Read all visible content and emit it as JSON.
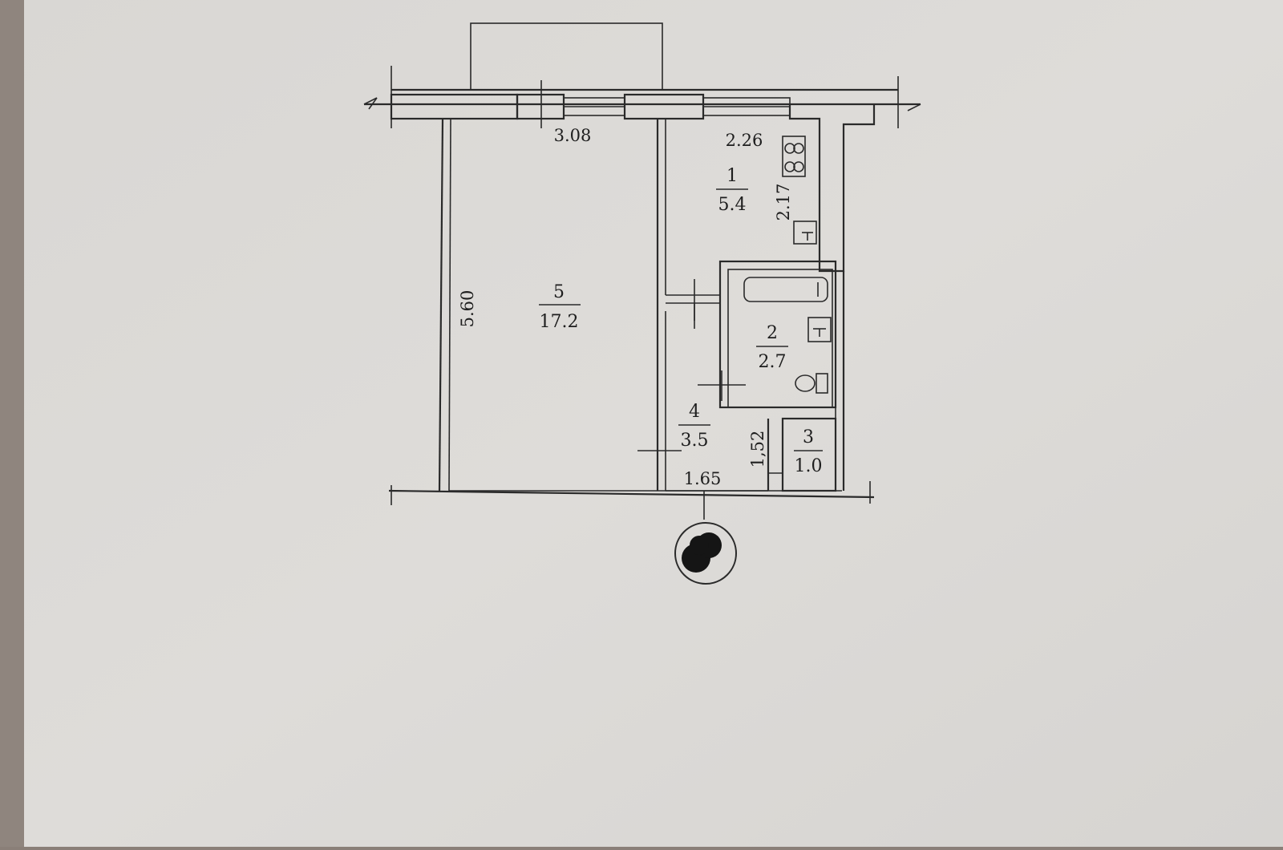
{
  "rooms": [
    {
      "number": "1",
      "area": "5.4"
    },
    {
      "number": "2",
      "area": "2.7"
    },
    {
      "number": "3",
      "area": "1.0"
    },
    {
      "number": "4",
      "area": "3.5"
    },
    {
      "number": "5",
      "area": "17.2"
    }
  ],
  "dimensions": {
    "top_left_width": "3.08",
    "top_right_width": "2.26",
    "left_height": "5.60",
    "kitchen_height": "2.17",
    "closet_height": "1,52",
    "hall_width": "1.65"
  },
  "icons": {
    "stove": "stove-icon",
    "sink": "sink-icon",
    "bathtub": "bathtub-icon",
    "washbasin": "washbasin-icon",
    "toilet": "toilet-icon",
    "stamp": "ink-stamp"
  },
  "colors": {
    "paper": "#dcdad7",
    "ink": "#2a2a2a",
    "edge": "#8a7f78"
  }
}
